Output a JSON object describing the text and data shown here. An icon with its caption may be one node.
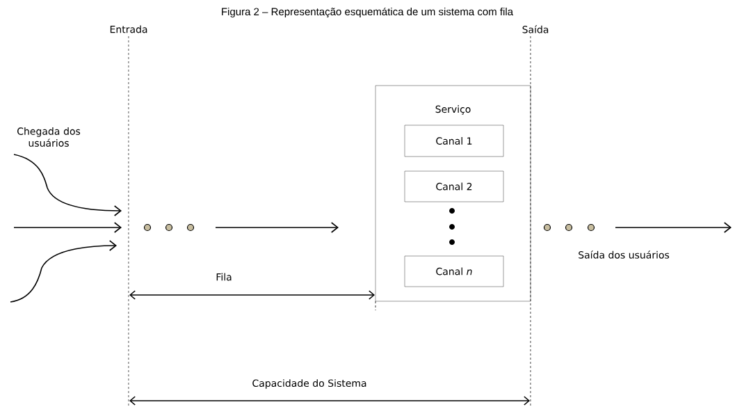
{
  "diagram": {
    "title": "Figura 2 – Representação esquemática de um sistema com fila",
    "nodes": [
      {
        "text": [
          "Serviço"
        ]
      },
      {
        "text": [
          "Canal 1"
        ],
        "in": 0
      },
      {
        "text": [
          "Canal 2"
        ],
        "in": 0
      },
      {
        "text": [
          "Canal *n*"
        ],
        "in": 0
      }
    ],
    "labels": [
      "Entrada",
      "Saída",
      "Chegada dos usuários",
      "Saída dos usuários",
      "Fila",
      "Capacidade do Sistema"
    ]
  }
}
